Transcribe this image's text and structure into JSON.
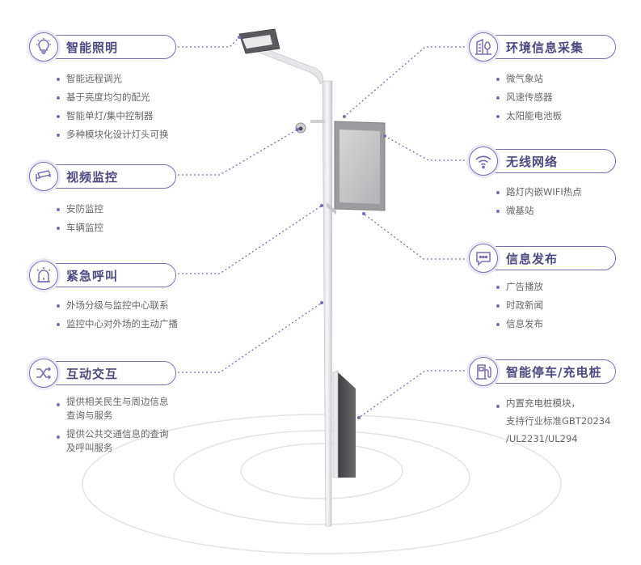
{
  "features": {
    "lighting": {
      "title": "智能照明",
      "icon": "bulb-icon",
      "items": [
        "智能远程调光",
        "基于亮度均匀的配光",
        "智能单灯/集中控制器",
        "多种模块化设计灯头可换"
      ]
    },
    "video": {
      "title": "视频监控",
      "icon": "cctv-camera-icon",
      "items": [
        "安防监控",
        "车辆监控"
      ]
    },
    "emergency": {
      "title": "紧急呼叫",
      "icon": "alarm-light-icon",
      "items": [
        "外场分级与监控中心联系",
        "监控中心对外场的主动广播"
      ]
    },
    "interaction": {
      "title": "互动交互",
      "icon": "shuffle-arrows-icon",
      "items": [
        {
          "l1": "提供相关民生与周边信息",
          "l2": "查询与服务"
        },
        {
          "l1": "提供公共交通信息的查询",
          "l2": "及呼叫服务"
        }
      ]
    },
    "environment": {
      "title": "环境信息采集",
      "icon": "tree-building-icon",
      "items": [
        "微气象站",
        "风速传感器",
        "太阳能电池板"
      ]
    },
    "wireless": {
      "title": "无线网络",
      "icon": "wifi-icon",
      "items": [
        "路灯内嵌WIFI热点",
        "微基站"
      ]
    },
    "publish": {
      "title": "信息发布",
      "icon": "message-bubble-icon",
      "items": [
        "广告播放",
        "时政新闻",
        "信息发布"
      ]
    },
    "parking": {
      "title": "智能停车/充电桩",
      "icon": "charging-pump-icon",
      "items": [
        {
          "l1": "内置充电桩模块，",
          "l2": "支持行业标准GBT20234",
          "l3": "/UL2231/UL294"
        }
      ]
    }
  },
  "colors": {
    "accent": "#7a6db0",
    "title": "#4d4a80",
    "ring": "#e9e9e9"
  }
}
